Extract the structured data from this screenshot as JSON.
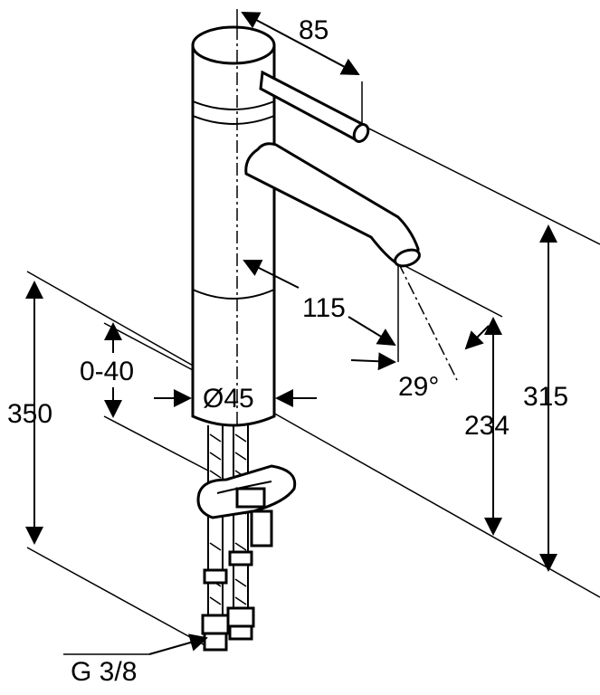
{
  "dimensions": {
    "handle_reach": "85",
    "spout_reach": "115",
    "spout_angle": "29°",
    "height_total": "315",
    "height_spout": "234",
    "hose_length": "350",
    "deck_thickness": "0-40",
    "body_diameter": "Ø45",
    "thread": "G 3/8"
  },
  "colors": {
    "line": "#000000",
    "background": "#ffffff"
  }
}
